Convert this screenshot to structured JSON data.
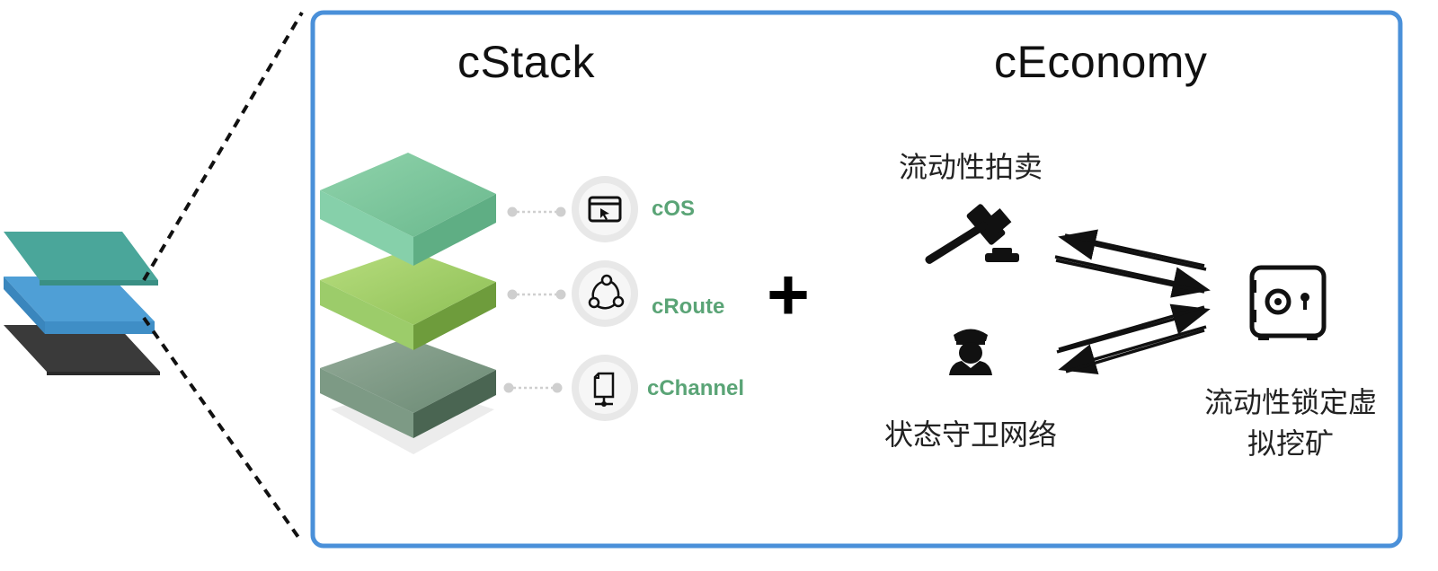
{
  "cstack": {
    "title": "cStack",
    "layers": [
      {
        "label": "cOS",
        "icon": "browser-window-icon",
        "color": "#7cc59e"
      },
      {
        "label": "cRoute",
        "icon": "share-network-icon",
        "color": "#8cbf5a"
      },
      {
        "label": "cChannel",
        "icon": "document-network-icon",
        "color": "#5f7f6c"
      }
    ],
    "label_color": "#5aa476"
  },
  "plus": "+",
  "ceconomy": {
    "title": "cEconomy",
    "auction_label": "流动性拍卖",
    "guard_label": "状态守卫网络",
    "mining_label_line1": "流动性锁定虚",
    "mining_label_line2": "拟挖矿"
  },
  "colors": {
    "frame_border": "#4a90d9",
    "thumb_top": "#4aa69a",
    "thumb_middle": "#4f9fd6",
    "thumb_bottom": "#3a3a3a"
  }
}
